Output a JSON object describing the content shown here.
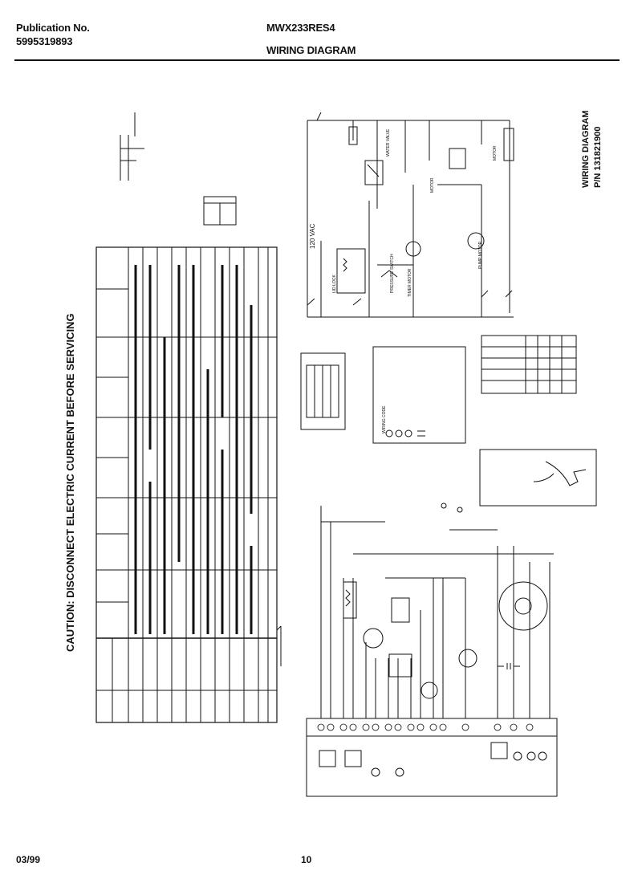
{
  "header": {
    "publication_label": "Publication No.",
    "publication_number": "5995319893",
    "model": "MWX233RES4",
    "title": "WIRING DIAGRAM"
  },
  "caution": "CAUTION: DISCONNECT ELECTRIC CURRENT BEFORE SERVICING",
  "schematic": {
    "title": "WIRING DIAGRAM",
    "part_number": "P/N 131821900",
    "voltage": "120 VAC",
    "components": [
      "LID LOCK",
      "WATER VALVE",
      "TIMER MOTOR",
      "PUMP MOTOR",
      "MOTOR",
      "PRESSURE SWITCH"
    ]
  },
  "wiring_code": {
    "title": "WIRING CODE"
  },
  "footer": {
    "date": "03/99",
    "page": "10"
  }
}
